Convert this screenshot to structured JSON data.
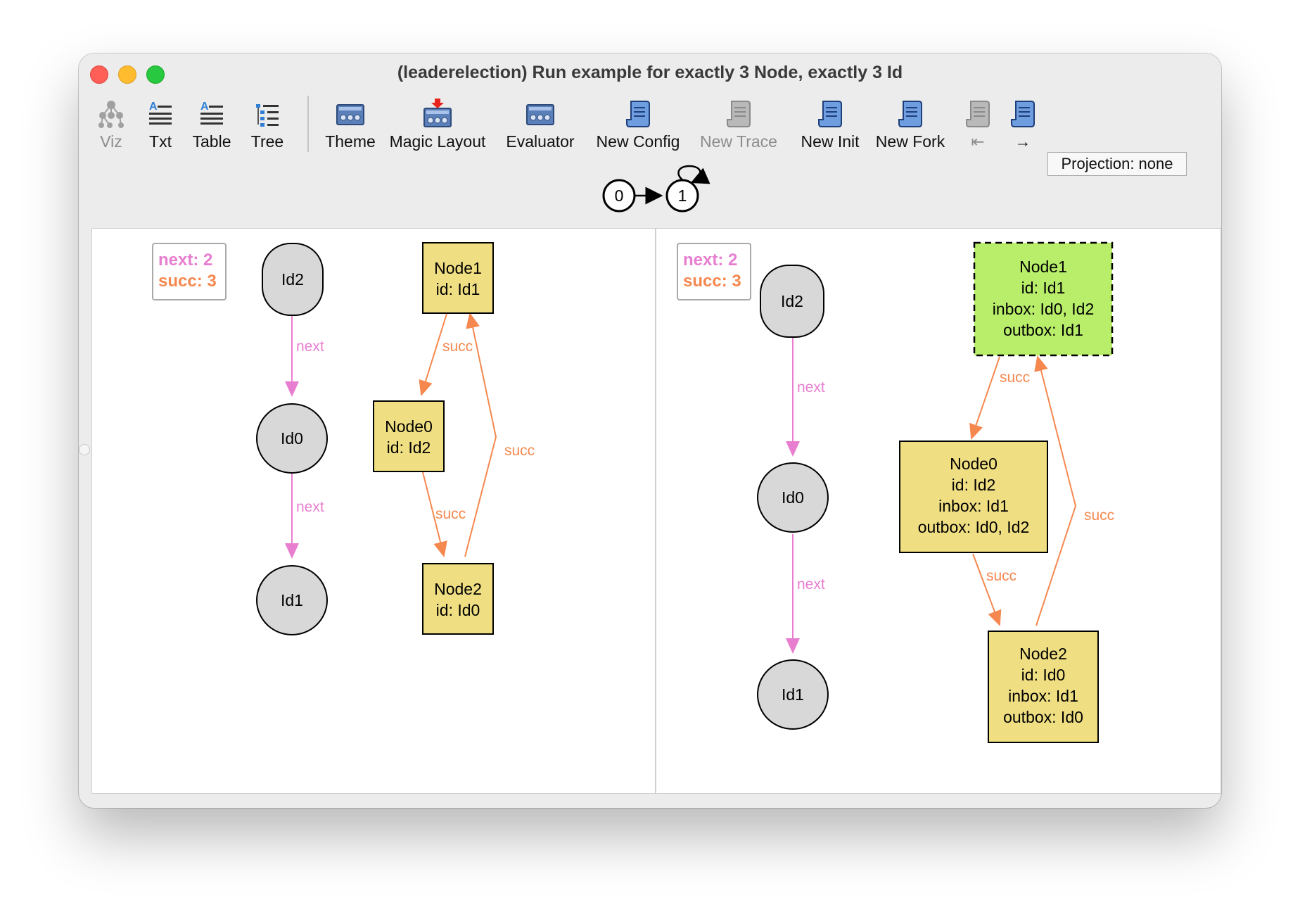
{
  "window": {
    "title": "(leaderelection) Run example for exactly 3 Node, exactly 3 Id"
  },
  "toolbar": {
    "buttons": [
      {
        "label": "Viz",
        "icon": "tree-graph-icon",
        "enabled": false
      },
      {
        "label": "Txt",
        "icon": "text-doc-icon",
        "enabled": true
      },
      {
        "label": "Table",
        "icon": "table-doc-icon",
        "enabled": true
      },
      {
        "label": "Tree",
        "icon": "tree-list-icon",
        "enabled": true
      },
      {
        "label": "Theme",
        "icon": "theme-panel-icon",
        "enabled": true
      },
      {
        "label": "Magic Layout",
        "icon": "magic-layout-icon",
        "enabled": true
      },
      {
        "label": "Evaluator",
        "icon": "evaluator-panel-icon",
        "enabled": true
      },
      {
        "label": "New Config",
        "icon": "scroll-icon",
        "enabled": true
      },
      {
        "label": "New Trace",
        "icon": "scroll-icon",
        "enabled": false
      },
      {
        "label": "New Init",
        "icon": "scroll-icon",
        "enabled": true
      },
      {
        "label": "New Fork",
        "icon": "scroll-icon",
        "enabled": true
      },
      {
        "label": "⇤",
        "icon": "scroll-icon",
        "enabled": false
      },
      {
        "label": "→",
        "icon": "scroll-icon",
        "enabled": true
      }
    ],
    "projection": "Projection: none"
  },
  "trace": {
    "states": [
      "0",
      "1"
    ],
    "loop_to": "1"
  },
  "colors": {
    "next": "#e87ed0",
    "succ": "#f5884f",
    "id_fill": "#d8d8d8",
    "node_fill": "#f0df82",
    "highlight_fill": "#b9ee6a"
  },
  "panels": {
    "left": {
      "legend": {
        "next": "next: 2",
        "succ": "succ: 3"
      },
      "atoms": {
        "id2": "Id2",
        "id0": "Id0",
        "id1": "Id1",
        "node1": [
          "Node1",
          "id: Id1"
        ],
        "node0": [
          "Node0",
          "id: Id2"
        ],
        "node2": [
          "Node2",
          "id: Id0"
        ]
      },
      "edge_labels": {
        "next1": "next",
        "next2": "next",
        "succ1": "succ",
        "succ2": "succ",
        "succ3": "succ"
      }
    },
    "right": {
      "legend": {
        "next": "next: 2",
        "succ": "succ: 3"
      },
      "atoms": {
        "id2": "Id2",
        "id0": "Id0",
        "id1": "Id1",
        "node1": [
          "Node1",
          "id: Id1",
          "inbox: Id0, Id2",
          "outbox: Id1"
        ],
        "node0": [
          "Node0",
          "id: Id2",
          "inbox: Id1",
          "outbox: Id0, Id2"
        ],
        "node2": [
          "Node2",
          "id: Id0",
          "inbox: Id1",
          "outbox: Id0"
        ]
      },
      "edge_labels": {
        "next1": "next",
        "next2": "next",
        "succ1": "succ",
        "succ2": "succ",
        "succ3": "succ"
      }
    }
  }
}
